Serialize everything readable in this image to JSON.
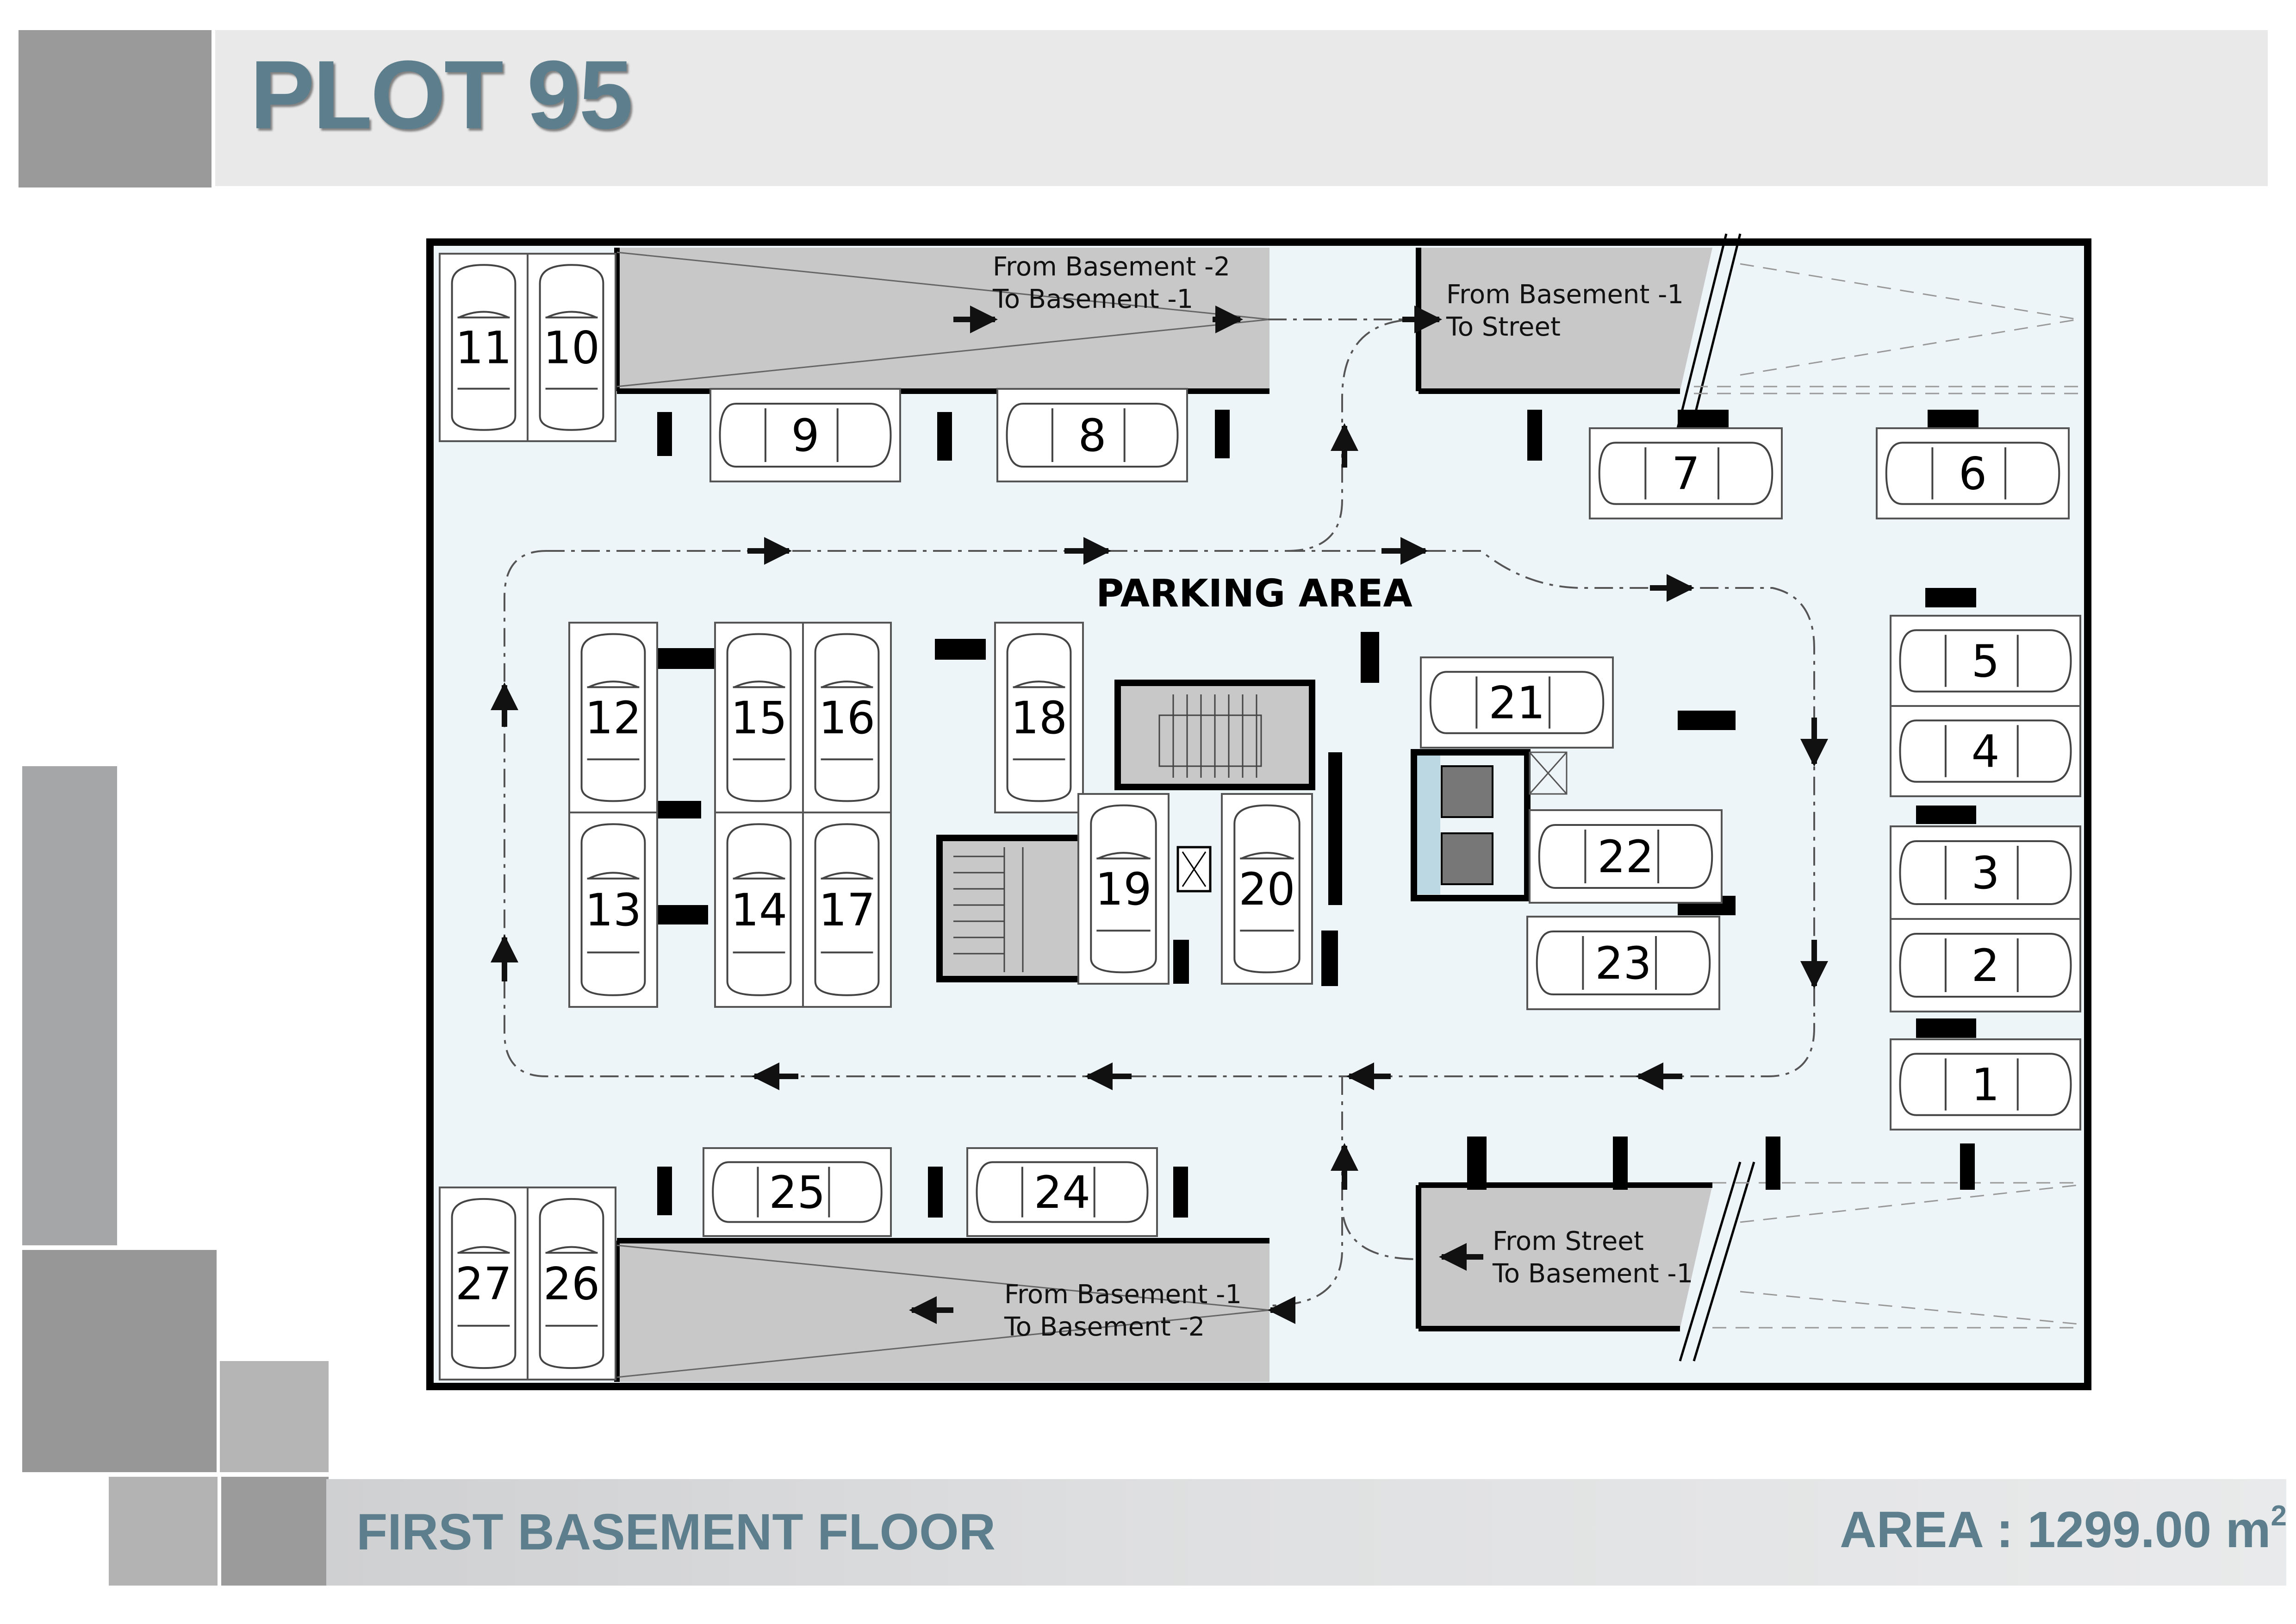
{
  "title": "PLOT 95",
  "floor_name": "FIRST BASEMENT FLOOR",
  "area": {
    "label": "AREA : 1299.00 m",
    "sup": "2"
  },
  "plan": {
    "zone_label": "PARKING AREA",
    "ramps": {
      "top_left": {
        "line1": "From Basement -2",
        "line2": "To Basement -1"
      },
      "top_right": {
        "line1": "From Basement -1",
        "line2": "To Street"
      },
      "bottom_left": {
        "line1": "From Basement -1",
        "line2": "To Basement -2"
      },
      "bottom_right": {
        "line1": "From Street",
        "line2": "To Basement -1"
      }
    },
    "spaces": [
      "1",
      "2",
      "3",
      "4",
      "5",
      "6",
      "7",
      "8",
      "9",
      "10",
      "11",
      "12",
      "13",
      "14",
      "15",
      "16",
      "17",
      "18",
      "19",
      "20",
      "21",
      "22",
      "23",
      "24",
      "25",
      "26",
      "27"
    ]
  },
  "colors": {
    "accent": "#5d7e8c",
    "floor": "#eef5f9",
    "ramp": "#c8c8c8",
    "deco_gray": "#a4a4a4"
  }
}
